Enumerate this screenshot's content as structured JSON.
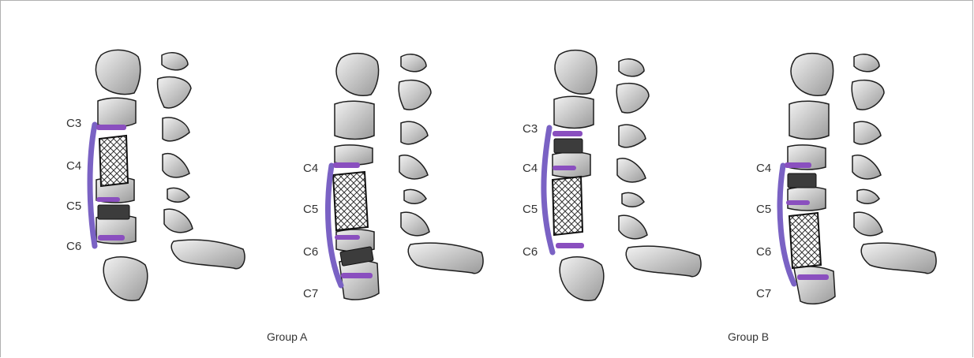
{
  "colors": {
    "bone_fill": "#d7d7d7",
    "bone_stroke": "#1e1e1e",
    "plate": "#7a62c4",
    "screw": "#8a4fbf",
    "disc_spacer": "#3c3c3c",
    "cage_fill": "#ffffff",
    "text": "#333333"
  },
  "icons": [
    "vertebral-body",
    "spinous-process",
    "anterior-plate",
    "pedicle-screw",
    "mesh-cage",
    "disc-spacer"
  ],
  "panels": [
    {
      "name": "panel-1",
      "levels": [
        "C3",
        "C4",
        "C5",
        "C6"
      ]
    },
    {
      "name": "panel-2",
      "levels": [
        "C4",
        "C5",
        "C6",
        "C7"
      ]
    },
    {
      "name": "panel-3",
      "levels": [
        "C3",
        "C4",
        "C5",
        "C6"
      ]
    },
    {
      "name": "panel-4",
      "levels": [
        "C4",
        "C5",
        "C6",
        "C7"
      ]
    }
  ],
  "groups": [
    "Group A",
    "Group B"
  ]
}
